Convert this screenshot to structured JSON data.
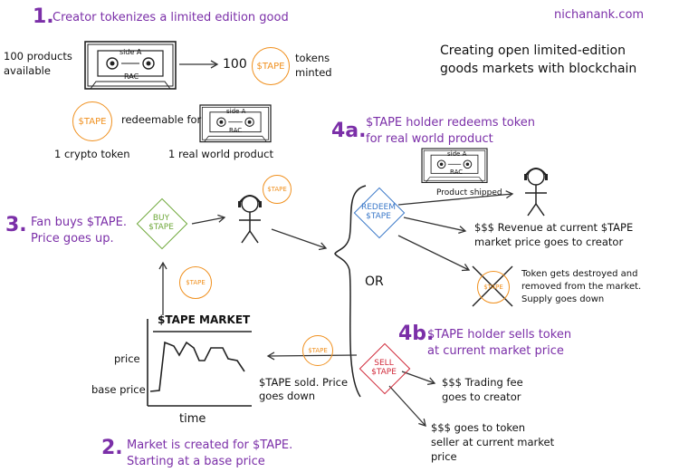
{
  "site": "nichanank.com",
  "title_line1": "Creating open limited-edition",
  "title_line2": "goods markets with blockchain",
  "step1": {
    "num": "1.",
    "text": "Creator tokenizes a limited edition good"
  },
  "products_line1": "100 products",
  "products_line2": "available",
  "tape_side": "side A",
  "tape_brand": "RAC",
  "tokens_count": "100",
  "tokens_line1": "tokens",
  "tokens_line2": "minted",
  "coin_label": "$TAPE",
  "redeemable_for": "redeemable for",
  "one_crypto_token": "1 crypto token",
  "one_real_product": "1 real world product",
  "step3": {
    "num": "3.",
    "line1": "Fan buys $TAPE.",
    "line2": "Price goes up."
  },
  "buy_line1": "BUY",
  "buy_line2": "$TAPE",
  "step4a": {
    "num": "4a.",
    "line1": "$TAPE holder redeems token",
    "line2": "for real world product"
  },
  "product_shipped": "Product shipped",
  "redeem_line1": "REDEEM",
  "redeem_line2": "$TAPE",
  "revenue_line1": "$$$ Revenue at current $TAPE",
  "revenue_line2": "market price goes to creator",
  "destroyed_line1": "Token gets destroyed and",
  "destroyed_line2": "removed from the market.",
  "destroyed_line3": "Supply goes down",
  "or_label": "OR",
  "market_title": "$TAPE MARKET",
  "axis_price": "price",
  "axis_base_price": "base price",
  "axis_time": "time",
  "step4b": {
    "num": "4b.",
    "line1": "$TAPE holder sells token",
    "line2": "at current market price"
  },
  "sell_line1": "SELL",
  "sell_line2": "$TAPE",
  "sold_line1": "$TAPE sold. Price",
  "sold_line2": "goes down",
  "fee_line1": "$$$ Trading fee",
  "fee_line2": "goes to creator",
  "seller_line1": "$$$ goes to token",
  "seller_line2": "seller at current market",
  "seller_line3": "price",
  "step2": {
    "num": "2.",
    "line1": "Market is created for $TAPE.",
    "line2": "Starting at a base price"
  },
  "colors": {
    "purple": "#7b2fa8",
    "orange": "#f0901e",
    "green": "#6ea83a",
    "blue": "#3a78c9",
    "red": "#d12a3a"
  },
  "icons": [
    "cassette-tape-icon",
    "coin-icon",
    "stick-figure-icon",
    "arrow-icon",
    "cross-icon"
  ]
}
